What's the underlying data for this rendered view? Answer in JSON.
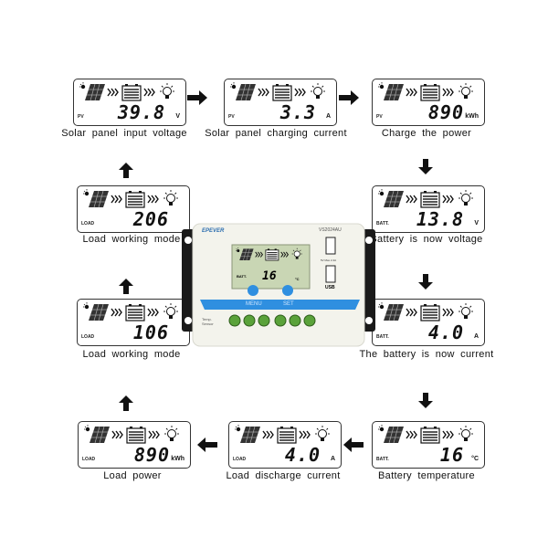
{
  "panels": [
    {
      "id": "solar-input-voltage",
      "tag": "PV",
      "value": "39.8",
      "unit": "V",
      "caption": "Solar panel input voltage"
    },
    {
      "id": "solar-charging-current",
      "tag": "PV",
      "value": "3.3",
      "unit": "A",
      "caption": "Solar panel charging current"
    },
    {
      "id": "charge-power",
      "tag": "PV",
      "value": "890",
      "unit": "kWh",
      "caption": "Charge the power"
    },
    {
      "id": "battery-voltage",
      "tag": "BATT.",
      "value": "13.8",
      "unit": "V",
      "caption": "Battery is now voltage"
    },
    {
      "id": "battery-current",
      "tag": "BATT.",
      "value": "4.0",
      "unit": "A",
      "caption": "The battery is now current"
    },
    {
      "id": "battery-temperature",
      "tag": "BATT.",
      "value": "16",
      "unit": "°C",
      "caption": "Battery temperature"
    },
    {
      "id": "load-discharge-current",
      "tag": "LOAD",
      "value": "4.0",
      "unit": "A",
      "caption": "Load discharge current"
    },
    {
      "id": "load-power",
      "tag": "LOAD",
      "value": "890",
      "unit": "kWh",
      "caption": "Load power"
    },
    {
      "id": "load-mode-106",
      "tag": "LOAD",
      "value": "106",
      "unit": "",
      "caption": "Load working mode"
    },
    {
      "id": "load-mode-206",
      "tag": "LOAD",
      "value": "206",
      "unit": "",
      "caption": "Load working mode"
    }
  ],
  "device": {
    "brand": "EPEVER",
    "model": "VS2024AU",
    "lcd_tag": "BATT.",
    "lcd_value": "16",
    "lcd_unit": "°C",
    "menu_label": "MENU",
    "set_label": "SET",
    "usb_label": "USB",
    "usb_rating": "5V Max 2.4A",
    "temp_sensor_label": "Temp. Sensor"
  },
  "colors": {
    "accent": "#2f8fe0",
    "terminal": "#5aa23a",
    "body": "#f3f3ec",
    "lcd": "#c9d6b4"
  }
}
